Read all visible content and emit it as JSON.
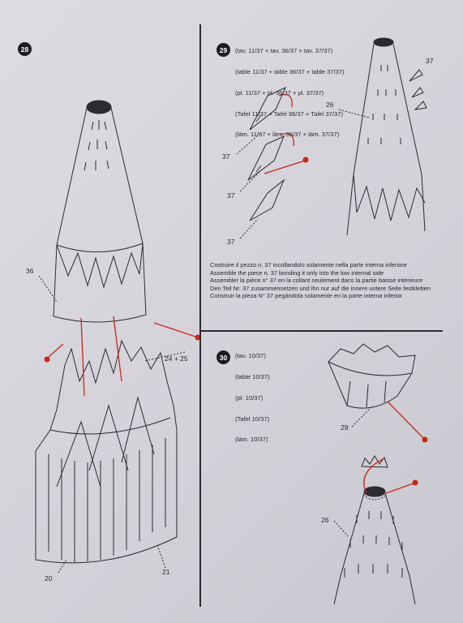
{
  "steps": {
    "s28": "28",
    "s29": "29",
    "s30": "30"
  },
  "step29": {
    "refs": [
      "(tav. 11/37 + tav. 36/37 + tav. 37/37)",
      "(table 11/37 + table 36/37 + table 37/37)",
      "(pl. 11/37 + pl. 36/37 + pl. 37/37)",
      "(Tafel 11/37 + Tafel 36/37 + Tafel 37/37)",
      "(lám. 11/37 + lám. 36/37 + lám. 37/37)"
    ],
    "instructions": [
      "Costruire il pezzo n. 37 incollandolo solamente nella parte interna inferiore",
      "Assemble the piece n. 37 bonding it only into the low internal side",
      "Assembler la pièce n° 37 en la collant seulement dans la partie baisse intérieure",
      "Den Teil Nr. 37 zusammensetzen und ihn nur auf die innere untere Seite festkleben",
      "Construir la pieza N° 37 pegándola solamente en la parte interna inferior"
    ]
  },
  "step30": {
    "refs": [
      "(tav. 10/37)",
      "(table 10/37)",
      "(pl. 10/37)",
      "(Tafel 10/37)",
      "(lám. 10/37)"
    ]
  },
  "labels": {
    "p36": "36",
    "p24_25": "24 + 25",
    "p20": "20",
    "p21": "21",
    "p37a": "37",
    "p37b": "37",
    "p37c": "37",
    "p37d": "37",
    "p26a": "26",
    "p29": "29",
    "p26b": "26"
  },
  "colors": {
    "arrow_red": "#c8261c",
    "line_dark": "#2b2b30"
  }
}
